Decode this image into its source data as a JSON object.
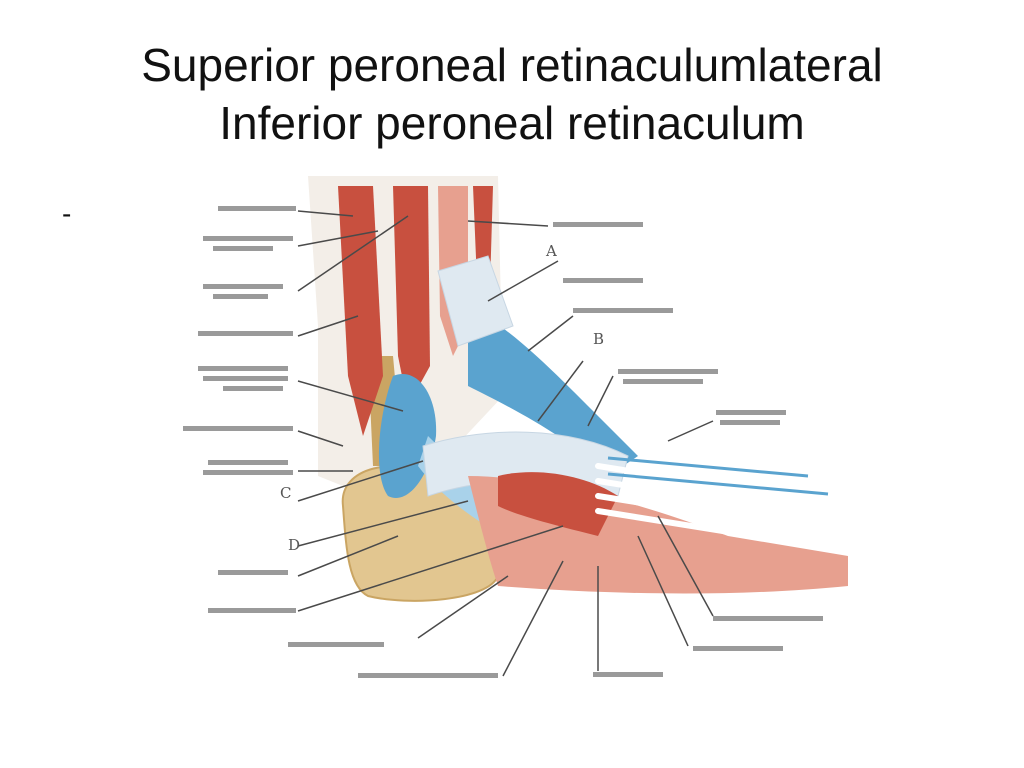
{
  "slide": {
    "title_line1": "Superior peroneal retinaculumlateral",
    "title_line2": "Inferior peroneal retinaculum",
    "bullet": "-"
  },
  "figure": {
    "letters": [
      "A",
      "B",
      "C",
      "D"
    ],
    "colors": {
      "muscle": "#c8503f",
      "muscle_light": "#e7a08f",
      "sheath": "#5aa3cf",
      "sheath_light": "#a9d2ea",
      "bone": "#e2c690",
      "bone_dark": "#caa563",
      "retinaculum": "#dfe9f1",
      "leader": "#4a4a4a",
      "illegible_label": "#9a9a9a"
    }
  }
}
